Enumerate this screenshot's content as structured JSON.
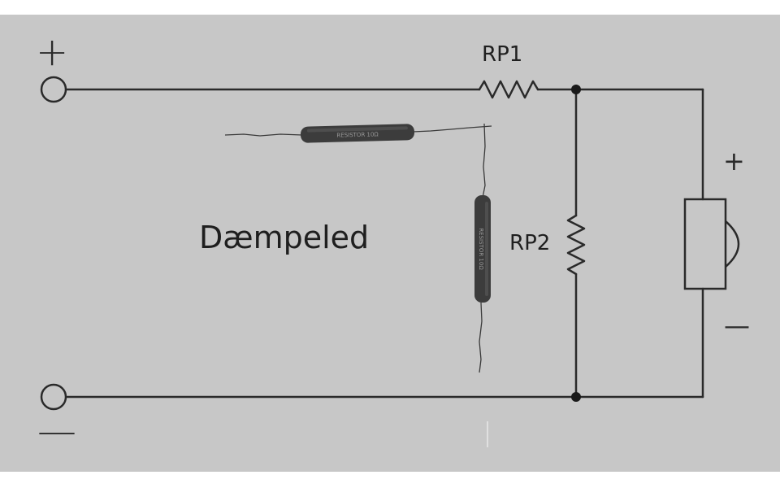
{
  "labels": {
    "rp1": "RP1",
    "rp2": "RP2",
    "title": "Dæmpeled",
    "input_plus": "+",
    "input_minus": "—",
    "output_plus": "+",
    "output_minus": "—"
  },
  "resistor_markings": {
    "horizontal": "RESISTOR 10Ω",
    "vertical": "RESISTOR 10Ω"
  },
  "colors": {
    "background": "#c7c7c7",
    "wire": "#2a2a2a",
    "resistor_body": "#3a3a3a"
  },
  "icons": {
    "input_terminal": "terminal-circle-icon",
    "output_load": "speaker-icon",
    "junction": "junction-dot-icon"
  }
}
